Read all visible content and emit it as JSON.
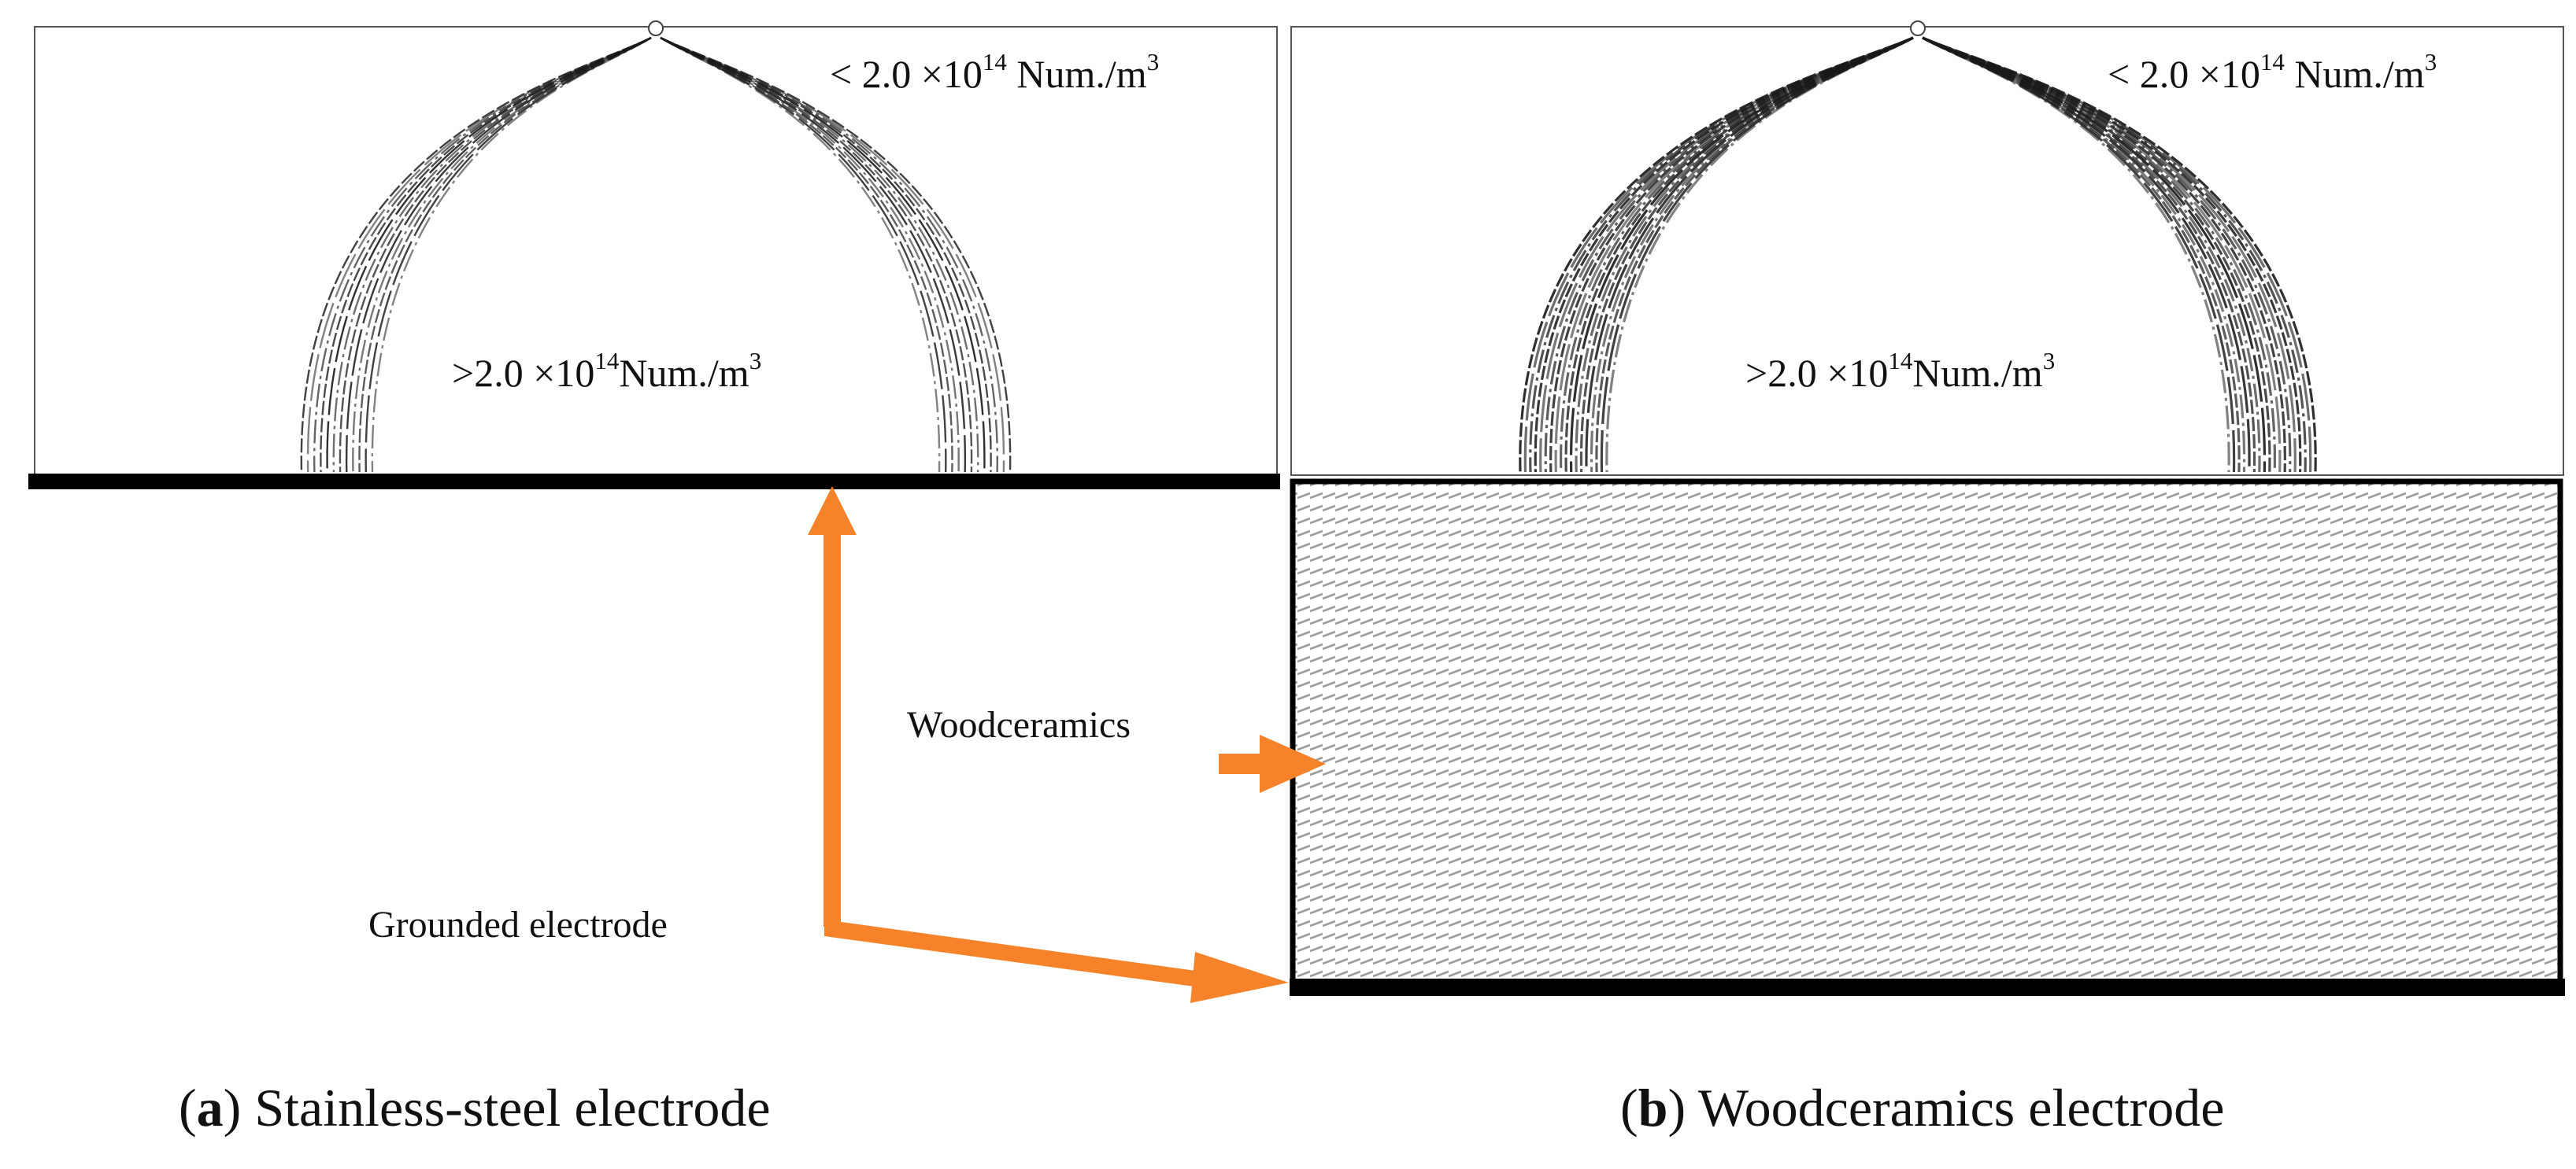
{
  "panels": [
    {
      "id": "a",
      "letter": "a",
      "caption_text": " Stainless-steel electrode",
      "label_low": {
        "prefix": "< 2.0",
        "times": "×",
        "base": "10",
        "exp": "14",
        "unit": "Num./m",
        "unit_exp": "3"
      },
      "label_high": {
        "prefix": ">2.0",
        "times": "×",
        "base": "10",
        "exp": "14",
        "unit": "Num./m",
        "unit_exp": "3"
      }
    },
    {
      "id": "b",
      "letter": "b",
      "caption_text": " Woodceramics electrode",
      "label_low": {
        "prefix": "< 2.0",
        "times": "×",
        "base": "10",
        "exp": "14",
        "unit": "Num./m",
        "unit_exp": "3"
      },
      "label_high": {
        "prefix": ">2.0",
        "times": "×",
        "base": "10",
        "exp": "14",
        "unit": "Num./m",
        "unit_exp": "3"
      }
    }
  ],
  "annotations": {
    "woodceramics": "Woodceramics",
    "grounded_electrode": "Grounded electrode"
  },
  "colors": {
    "arrow": "#f6822a",
    "electrode": "#000000",
    "frame": "#444444",
    "streamer": "#1a1a1a",
    "hatch": "#9a9a9a"
  }
}
